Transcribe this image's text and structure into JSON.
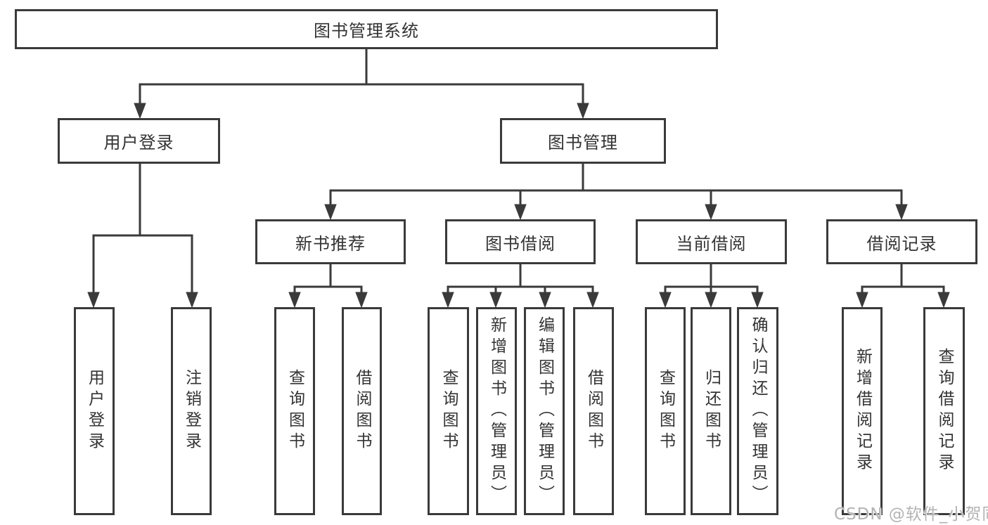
{
  "tree": {
    "root": "图书管理系统",
    "user_login": {
      "label": "用户登录",
      "children": {
        "login": "用户登录",
        "logout": "注销登录"
      }
    },
    "book_mgmt": {
      "label": "图书管理",
      "children": {
        "new_books": {
          "label": "新书推荐",
          "children": {
            "query": "查询图书",
            "borrow": "借阅图书"
          }
        },
        "book_borrow": {
          "label": "图书借阅",
          "children": {
            "query": "查询图书",
            "add": "新增图书（管理员）",
            "edit": "编辑图书（管理员）",
            "borrow": "借阅图书"
          }
        },
        "current_borrow": {
          "label": "当前借阅",
          "children": {
            "query": "查询图书",
            "return": "归还图书",
            "confirm": "确认归还（管理员）"
          }
        },
        "borrow_records": {
          "label": "借阅记录",
          "children": {
            "add": "新增借阅记录",
            "query": "查询借阅记录"
          }
        }
      }
    }
  },
  "watermark": {
    "text": "CSDN @软件_小贺同学"
  },
  "colors": {
    "line": "#3a3a3a",
    "text": "#333333",
    "background": "#ffffff",
    "watermark": "#b3b3b3"
  }
}
